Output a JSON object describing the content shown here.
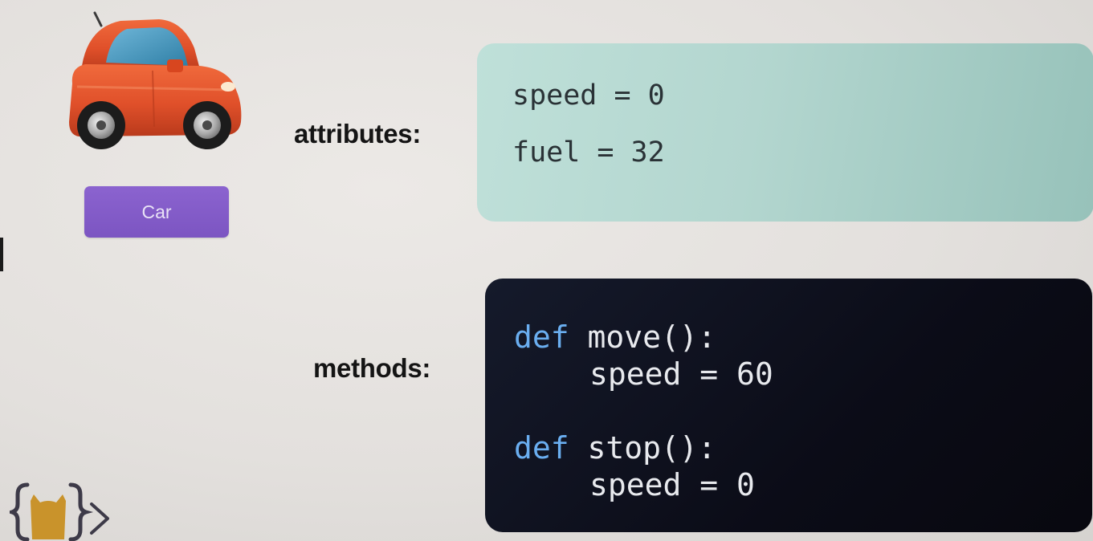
{
  "car_card": {
    "illustration_icon": "car-icon",
    "button_label": "Car",
    "button_color": "#7f57c5"
  },
  "attributes": {
    "label": "attributes:",
    "lines": [
      {
        "name": "speed",
        "op": "=",
        "value": "0"
      },
      {
        "name": "fuel",
        "op": "=",
        "value": "32"
      }
    ],
    "box_color": "#b6d9d2"
  },
  "methods": {
    "label": "methods:",
    "box_color": "#0d0f1c",
    "keyword_color": "#6aaef0",
    "defs": [
      {
        "keyword": "def",
        "signature": "move():",
        "body": "speed = 60"
      },
      {
        "keyword": "def",
        "signature": "stop():",
        "body": "speed = 0"
      }
    ]
  },
  "logo": {
    "icon": "curly-braces-logo-icon"
  }
}
